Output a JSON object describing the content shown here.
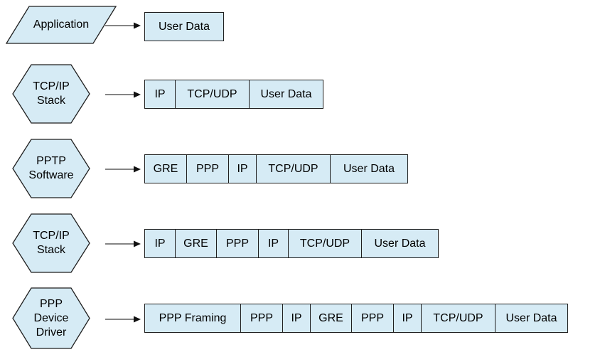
{
  "diagram": {
    "description": "PPTP packet encapsulation stages",
    "colors": {
      "shape_fill": "#d6ebf5",
      "shape_border": "#1f1f1f",
      "arrow": "#3c3c3c",
      "text": "#000000",
      "background": "#ffffff"
    },
    "rows": [
      {
        "source": {
          "shape": "parallelogram",
          "label_lines": [
            "Application"
          ]
        },
        "packet": [
          {
            "label": "User Data",
            "width": 110
          }
        ]
      },
      {
        "source": {
          "shape": "hexagon",
          "label_lines": [
            "TCP/IP",
            "Stack"
          ]
        },
        "packet": [
          {
            "label": "IP",
            "width": 42
          },
          {
            "label": "TCP/UDP",
            "width": 104
          },
          {
            "label": "User Data",
            "width": 104
          }
        ]
      },
      {
        "source": {
          "shape": "hexagon",
          "label_lines": [
            "PPTP",
            "Software"
          ]
        },
        "packet": [
          {
            "label": "GRE",
            "width": 58
          },
          {
            "label": "PPP",
            "width": 59
          },
          {
            "label": "IP",
            "width": 39
          },
          {
            "label": "TCP/UDP",
            "width": 104
          },
          {
            "label": "User Data",
            "width": 109
          }
        ]
      },
      {
        "source": {
          "shape": "hexagon",
          "label_lines": [
            "TCP/IP",
            "Stack"
          ]
        },
        "packet": [
          {
            "label": "IP",
            "width": 42
          },
          {
            "label": "GRE",
            "width": 58
          },
          {
            "label": "PPP",
            "width": 59
          },
          {
            "label": "IP",
            "width": 42
          },
          {
            "label": "TCP/UDP",
            "width": 103
          },
          {
            "label": "User Data",
            "width": 108
          }
        ]
      },
      {
        "source": {
          "shape": "hexagon",
          "label_lines": [
            "PPP",
            "Device",
            "Driver"
          ]
        },
        "packet": [
          {
            "label": "PPP Framing",
            "width": 134
          },
          {
            "label": "PPP",
            "width": 59
          },
          {
            "label": "IP",
            "width": 39
          },
          {
            "label": "GRE",
            "width": 58
          },
          {
            "label": "PPP",
            "width": 59
          },
          {
            "label": "IP",
            "width": 39
          },
          {
            "label": "TCP/UDP",
            "width": 104
          },
          {
            "label": "User Data",
            "width": 102
          }
        ]
      }
    ]
  }
}
